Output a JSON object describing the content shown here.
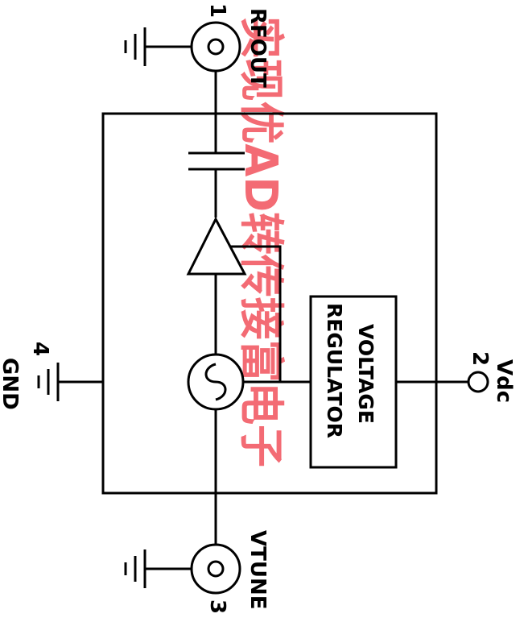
{
  "diagram": {
    "pins": {
      "rfout_number": "1",
      "rfout_label": "RFOUT",
      "vdc_number": "2",
      "vdc_label": "Vdc",
      "vtune_number": "3",
      "vtune_label": "VTUNE",
      "gnd_number": "4",
      "gnd_label": "GND"
    },
    "blocks": {
      "regulator_line1": "VOLTAGE",
      "regulator_line2": "REGULATOR"
    },
    "watermark": {
      "text": "实现优AD转传接富电子",
      "color": "#f25c66"
    }
  }
}
